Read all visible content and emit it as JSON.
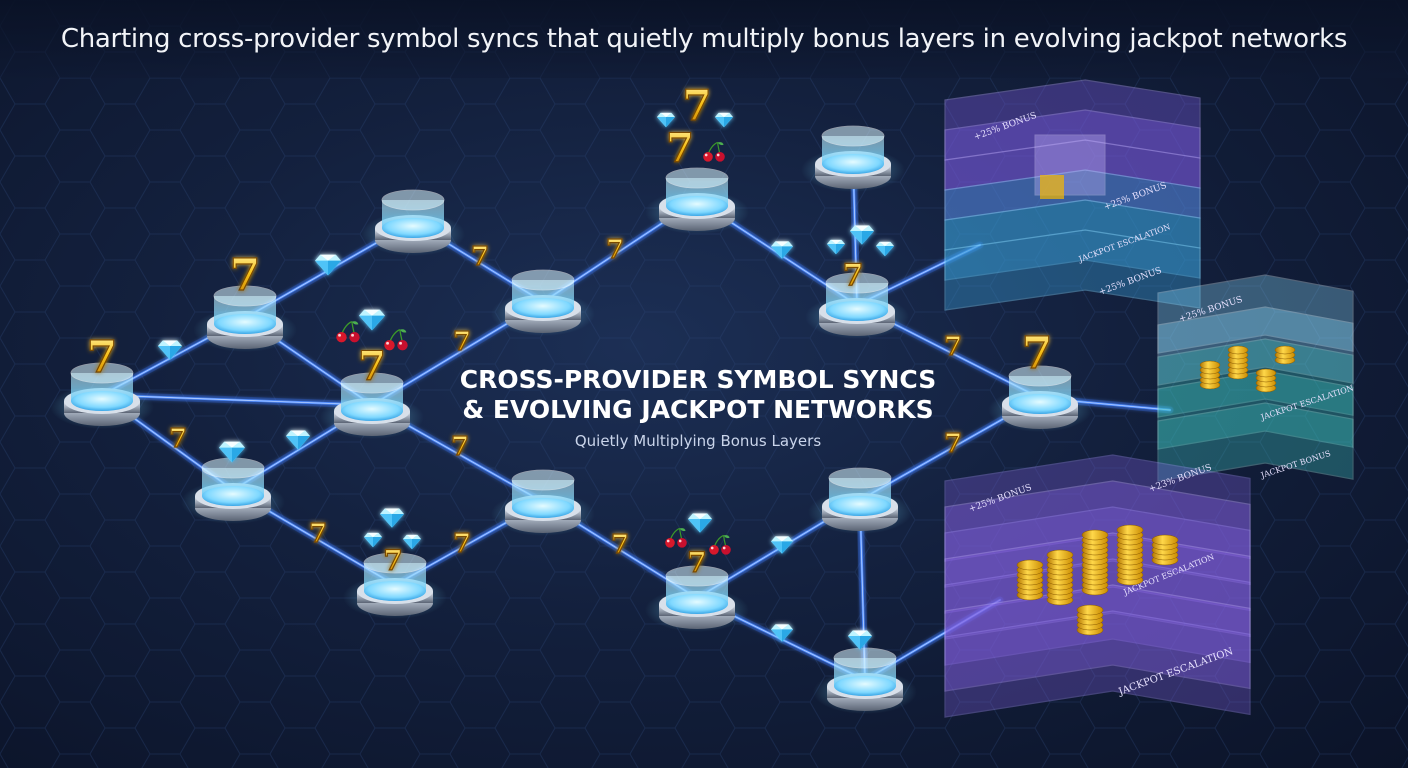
{
  "banner": {
    "title": "Charting cross-provider symbol syncs that quietly multiply bonus layers in evolving jackpot networks"
  },
  "center": {
    "title_line1": "CROSS-PROVIDER SYMBOL SYNCS",
    "title_line2": "& EVOLVING JACKPOT NETWORKS",
    "subtitle": "Quietly Multiplying Bonus Layers"
  },
  "stacks": {
    "top": {
      "label_a": "+25% BONUS",
      "label_b": "+25% BONUS",
      "label_c": "+25% BONUS",
      "label_escalation": "JACKPOT ESCALATION"
    },
    "middle": {
      "label_a": "+25% BONUS",
      "label_escalation": "JACKPOT ESCALATION",
      "label_bonus": "JACKPOT BONUS"
    },
    "bottom": {
      "label_a": "+25% BONUS",
      "label_b": "+23% BONUS",
      "label_escalation": "JACKPOT ESCALATION",
      "label_escalation_2": "JACKPOT ESCALATION"
    }
  },
  "symbols": {
    "seven": "7",
    "cherry": "cherry-icon",
    "diamond": "diamond-icon"
  },
  "colors": {
    "background": "#13203d",
    "link": "#4f8cff",
    "node_glass": "#9fe3ff",
    "gold": "#f5b800",
    "layer_purple": "#8a63e8",
    "layer_teal": "#3fc9c2"
  }
}
